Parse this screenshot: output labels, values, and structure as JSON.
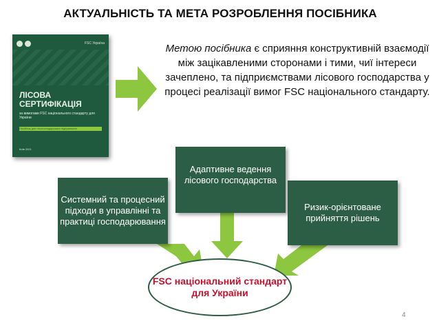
{
  "slide": {
    "title": "АКТУАЛЬНІСТЬ ТА МЕТА РОЗРОБЛЕННЯ ПОСІБНИКА",
    "page_number": "4"
  },
  "book": {
    "brand": "FSC Україна",
    "title_line1": "ЛІСОВА",
    "title_line2": "СЕРТИФІКАЦІЯ",
    "subtitle": "за вимогами FSC національного стандарту для України",
    "band": "Посібник для лісогосподарських підприємств",
    "footer": "Київ 2021"
  },
  "purpose": {
    "lead": "Метою посібника",
    "text": " є сприяння конструктивній взаємодії між зацікавленими сторонами і тими, чиї інтереси зачеплено, та підприємствами лісового господарства у процесі реалізації вимог FSC національного стандарту."
  },
  "boxes": {
    "left": "Системний та процесний підходи в управлінні та практиці господарювання",
    "center": "Адаптивне ведення лісового господарства",
    "right": "Ризик-орієнтоване прийняття рішень"
  },
  "center_ellipse": "FSC національний стандарт для України",
  "colors": {
    "box": "#2c5e45",
    "arrow": "#8dc63f",
    "ellipse_text": "#c8102e"
  }
}
